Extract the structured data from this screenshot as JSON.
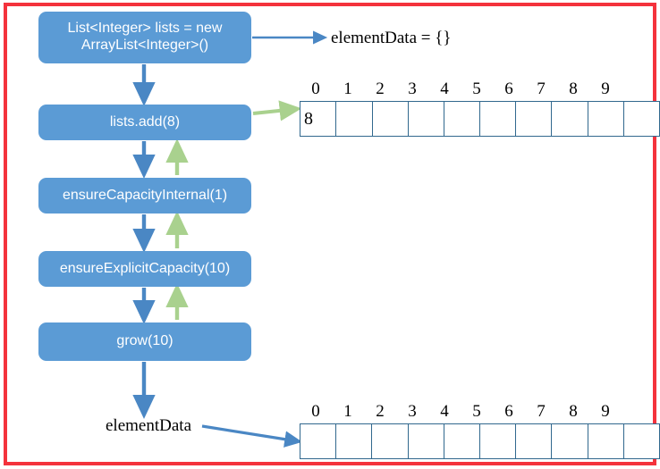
{
  "diagram": {
    "title": "ArrayList add flow",
    "frame_color": "#f4323c",
    "box_color": "#5b9bd5",
    "blue_arrow_color": "#4a87c4",
    "green_arrow_color": "#a9d18e",
    "cell_border_color": "#31688e",
    "boxes": [
      {
        "id": "box-new-arraylist",
        "label": "List<Integer> lists = new ArrayList<Integer>()",
        "line1": "List<Integer> lists = new",
        "line2": "ArrayList<Integer>()"
      },
      {
        "id": "box-lists-add",
        "label": "lists.add(8)"
      },
      {
        "id": "box-ensure-capacity-internal",
        "label": "ensureCapacityInternal(1)"
      },
      {
        "id": "box-ensure-explicit-capacity",
        "label": "ensureExplicitCapacity(10)"
      },
      {
        "id": "box-grow",
        "label": "grow(10)"
      }
    ],
    "labels": [
      {
        "id": "label-element-data-empty",
        "text": "elementData = {}"
      },
      {
        "id": "label-element-data",
        "text": "elementData"
      }
    ],
    "arrays": [
      {
        "id": "array-after-add",
        "indices": [
          "0",
          "1",
          "2",
          "3",
          "4",
          "5",
          "6",
          "7",
          "8",
          "9"
        ],
        "values": [
          "8",
          "",
          "",
          "",
          "",
          "",
          "",
          "",
          "",
          ""
        ]
      },
      {
        "id": "array-after-grow",
        "indices": [
          "0",
          "1",
          "2",
          "3",
          "4",
          "5",
          "6",
          "7",
          "8",
          "9"
        ],
        "values": [
          "",
          "",
          "",
          "",
          "",
          "",
          "",
          "",
          "",
          ""
        ]
      }
    ]
  }
}
